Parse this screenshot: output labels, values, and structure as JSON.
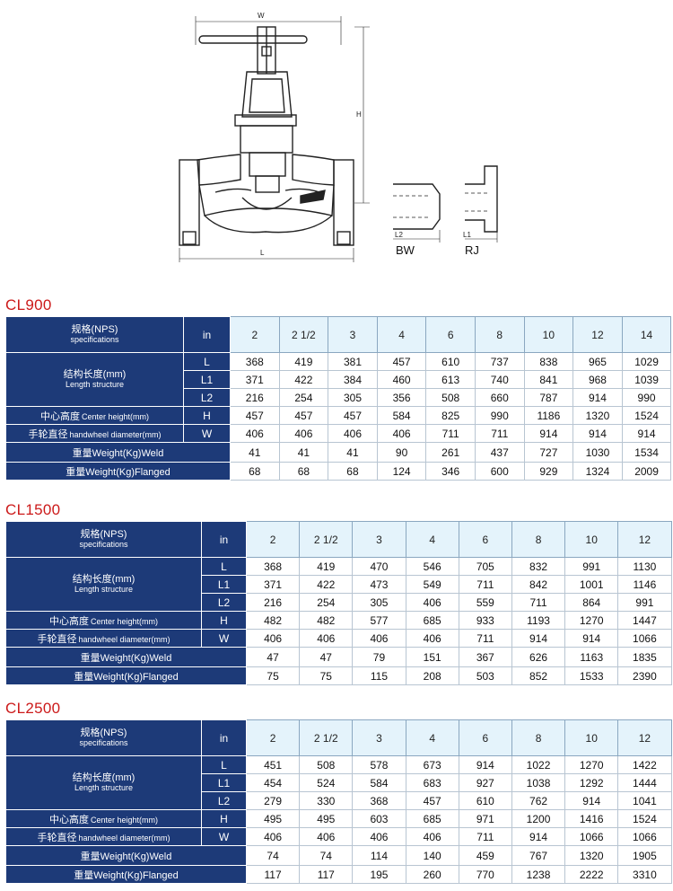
{
  "drawing": {
    "dim_w": "W",
    "dim_h": "H",
    "dim_l": "L",
    "dim_l2": "L2",
    "dim_l1": "L1",
    "label_bw": "BW",
    "label_rj": "RJ"
  },
  "colors": {
    "header_bg": "#1d3a78",
    "nps_bg": "#e4f3fb",
    "title_red": "#cc1a1a"
  },
  "labels": {
    "spec_cn": "规格(NPS)",
    "spec_en": "specifications",
    "len_cn": "结构长度(mm)",
    "len_en": "Length structure",
    "center_cn": "中心高度",
    "center_en": "Center height(mm)",
    "hand_cn": "手轮直径",
    "hand_en": "handwheel diameter(mm)",
    "weld_cn": "重量",
    "weld_en": "Weight(Kg)Weld",
    "flange_cn": "重量",
    "flange_en": "Weight(Kg)Flanged",
    "unit_in": "in",
    "unit_l": "L",
    "unit_l1": "L1",
    "unit_l2": "L2",
    "unit_h": "H",
    "unit_w": "W"
  },
  "tables": [
    {
      "title": "CL900",
      "nps": [
        "2",
        "2 1/2",
        "3",
        "4",
        "6",
        "8",
        "10",
        "12",
        "14"
      ],
      "L": [
        "368",
        "419",
        "381",
        "457",
        "610",
        "737",
        "838",
        "965",
        "1029"
      ],
      "L1": [
        "371",
        "422",
        "384",
        "460",
        "613",
        "740",
        "841",
        "968",
        "1039"
      ],
      "L2": [
        "216",
        "254",
        "305",
        "356",
        "508",
        "660",
        "787",
        "914",
        "990"
      ],
      "H": [
        "457",
        "457",
        "457",
        "584",
        "825",
        "990",
        "1186",
        "1320",
        "1524"
      ],
      "W": [
        "406",
        "406",
        "406",
        "406",
        "711",
        "711",
        "914",
        "914",
        "914"
      ],
      "weld": [
        "41",
        "41",
        "41",
        "90",
        "261",
        "437",
        "727",
        "1030",
        "1534"
      ],
      "flanged": [
        "68",
        "68",
        "68",
        "124",
        "346",
        "600",
        "929",
        "1324",
        "2009"
      ]
    },
    {
      "title": "CL1500",
      "nps": [
        "2",
        "2 1/2",
        "3",
        "4",
        "6",
        "8",
        "10",
        "12"
      ],
      "L": [
        "368",
        "419",
        "470",
        "546",
        "705",
        "832",
        "991",
        "1130"
      ],
      "L1": [
        "371",
        "422",
        "473",
        "549",
        "711",
        "842",
        "1001",
        "1146"
      ],
      "L2": [
        "216",
        "254",
        "305",
        "406",
        "559",
        "711",
        "864",
        "991"
      ],
      "H": [
        "482",
        "482",
        "577",
        "685",
        "933",
        "1193",
        "1270",
        "1447"
      ],
      "W": [
        "406",
        "406",
        "406",
        "406",
        "711",
        "914",
        "914",
        "1066"
      ],
      "weld": [
        "47",
        "47",
        "79",
        "151",
        "367",
        "626",
        "1163",
        "1835"
      ],
      "flanged": [
        "75",
        "75",
        "115",
        "208",
        "503",
        "852",
        "1533",
        "2390"
      ]
    },
    {
      "title": "CL2500",
      "nps": [
        "2",
        "2 1/2",
        "3",
        "4",
        "6",
        "8",
        "10",
        "12"
      ],
      "L": [
        "451",
        "508",
        "578",
        "673",
        "914",
        "1022",
        "1270",
        "1422"
      ],
      "L1": [
        "454",
        "524",
        "584",
        "683",
        "927",
        "1038",
        "1292",
        "1444"
      ],
      "L2": [
        "279",
        "330",
        "368",
        "457",
        "610",
        "762",
        "914",
        "1041"
      ],
      "H": [
        "495",
        "495",
        "603",
        "685",
        "971",
        "1200",
        "1416",
        "1524"
      ],
      "W": [
        "406",
        "406",
        "406",
        "406",
        "711",
        "914",
        "1066",
        "1066"
      ],
      "weld": [
        "74",
        "74",
        "114",
        "140",
        "459",
        "767",
        "1320",
        "1905"
      ],
      "flanged": [
        "117",
        "117",
        "195",
        "260",
        "770",
        "1238",
        "2222",
        "3310"
      ]
    }
  ]
}
